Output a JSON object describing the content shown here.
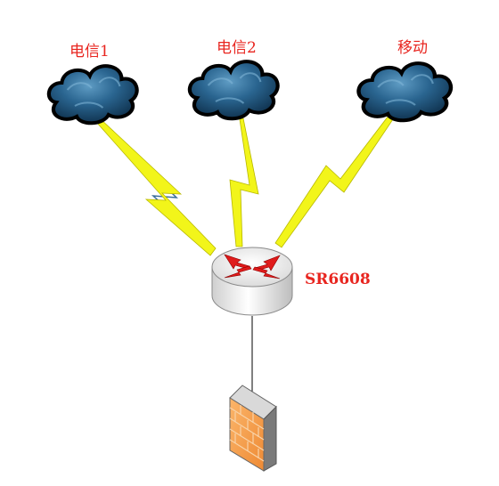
{
  "diagram": {
    "clouds": [
      {
        "label": "电信1"
      },
      {
        "label": "电信2"
      },
      {
        "label": "移动"
      }
    ],
    "router": {
      "label": "SR6608"
    },
    "firewall": {
      "icon": "firewall-icon"
    },
    "colors": {
      "label": "#e8251f",
      "cloud_dark": "#0f3a5c",
      "cloud_light": "#3f7fa8",
      "lightning": "#f2f51a",
      "router_arrow": "#e01b1b",
      "firewall_orange": "#f6a04d"
    }
  }
}
